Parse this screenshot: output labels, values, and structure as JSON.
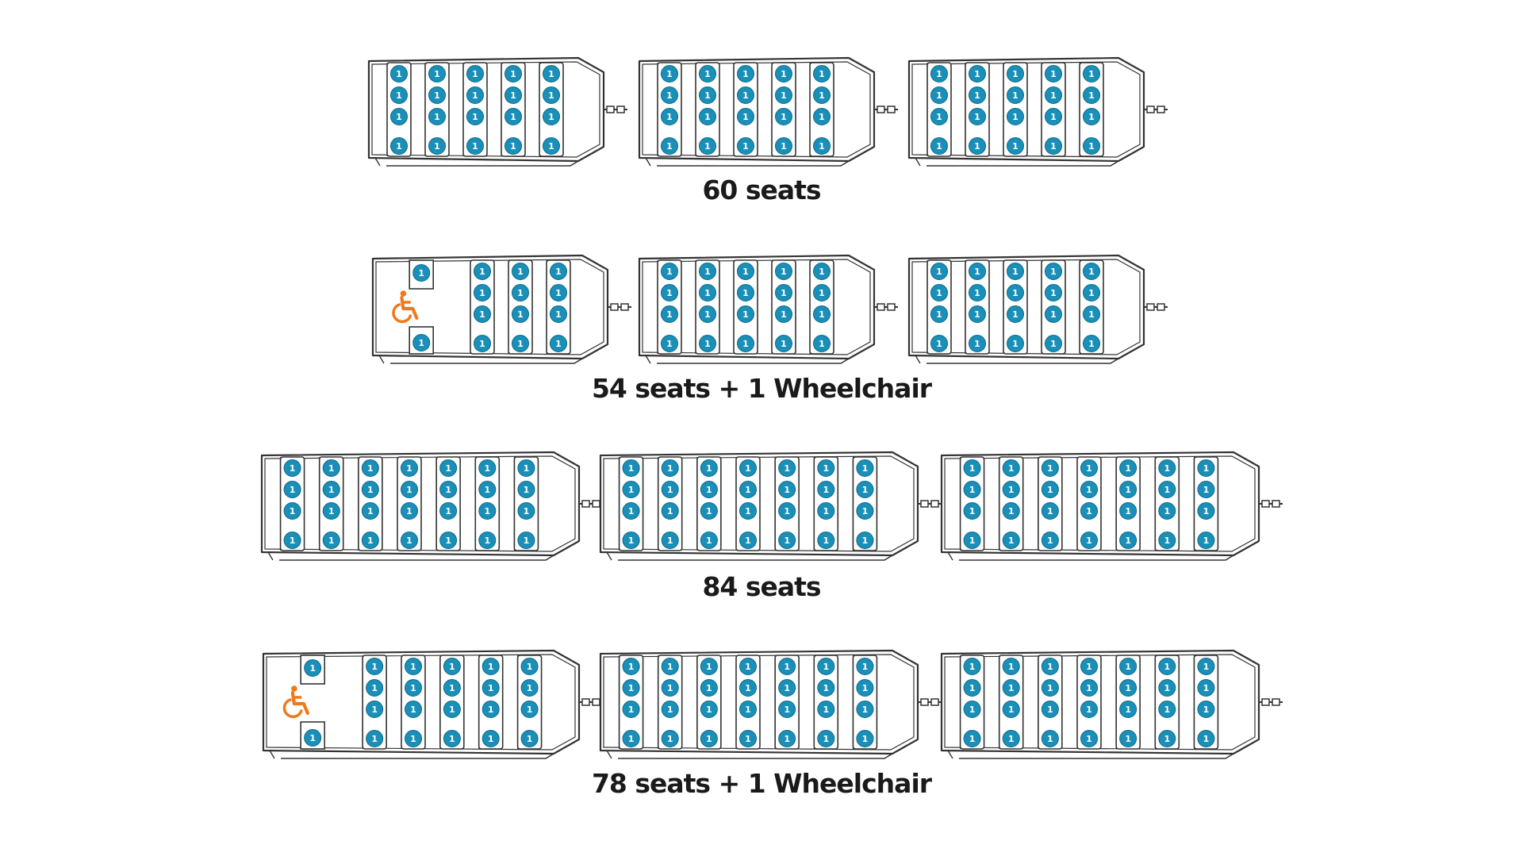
{
  "colors": {
    "seat_fill": "#1a8fb8",
    "seat_text": "#ffffff",
    "wheelchair": "#ef7a1c",
    "outline": "#333333",
    "caption": "#1a1a1a"
  },
  "seat_label": "1",
  "configurations": [
    {
      "caption": "60 seats",
      "layout": "3 carriages × 5 rows × 4 seats",
      "wheelchair": false
    },
    {
      "caption": "54 seats + 1 Wheelchair",
      "layout": "first carriage with wheelchair bay, 2 full carriages",
      "wheelchair": true,
      "wheelchair_icon": "wheelchair-icon"
    },
    {
      "caption": "84 seats",
      "layout": "3 carriages × 7 rows × 4 seats",
      "wheelchair": false
    },
    {
      "caption": "78 seats + 1 Wheelchair",
      "layout": "first carriage with wheelchair bay, 2 full carriages",
      "wheelchair": true,
      "wheelchair_icon": "wheelchair-icon"
    }
  ]
}
